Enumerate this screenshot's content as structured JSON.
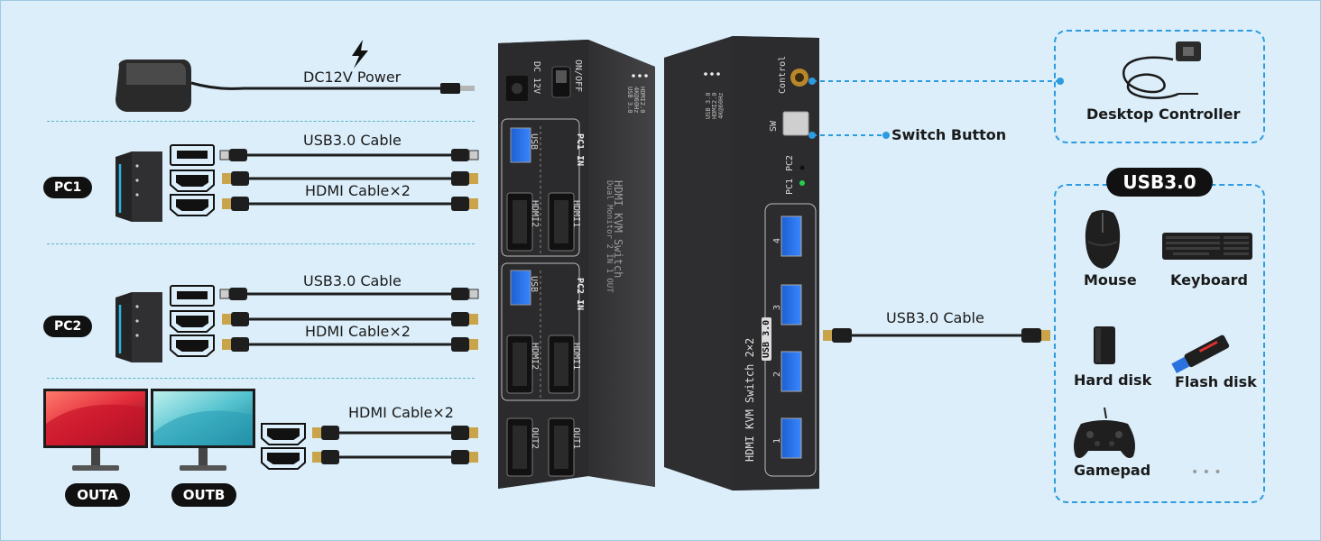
{
  "power": {
    "label": "DC12V Power"
  },
  "pc1": {
    "badge": "PC1",
    "usb_cable": "USB3.0 Cable",
    "hdmi_cable": "HDMI Cable×2"
  },
  "pc2": {
    "badge": "PC2",
    "usb_cable": "USB3.0 Cable",
    "hdmi_cable": "HDMI Cable×2"
  },
  "outputs": {
    "hdmi_cable": "HDMI Cable×2",
    "monitor_a": "OUTA",
    "monitor_b": "OUTB"
  },
  "front_panel": {
    "dc": "DC 12V",
    "onoff": "ON/OFF",
    "pc1_in": "PC1 IN",
    "pc2_in": "PC2 IN",
    "usb": "USB",
    "hdmi1": "HDMI1",
    "hdmi2": "HDMI2",
    "out1": "OUT1",
    "out2": "OUT2",
    "brand_line1": "HDMI KVM Switch",
    "brand_line2": "Dual Monitor 2 IN 1 OUT",
    "spec1": "HDMI2.0",
    "spec2": "4K@60Hz",
    "spec3": "USB 3.0"
  },
  "back_panel": {
    "control": "Control",
    "sw": "SW",
    "pc1": "PC1",
    "pc2": "PC2",
    "usb30": "USB 3.0",
    "title": "HDMI KVM Switch 2×2",
    "port1": "1",
    "port2": "2",
    "port3": "3",
    "port4": "4",
    "spec1": "HDMI2.0",
    "spec2": "4K@60Hz",
    "spec3": "USB 3.0"
  },
  "switch_button": {
    "label": "Switch Button"
  },
  "desktop_controller": {
    "label": "Desktop Controller"
  },
  "usb_cable_right": {
    "label": "USB3.0 Cable"
  },
  "usb_devices": {
    "header": "USB3.0",
    "items": [
      "Mouse",
      "Keyboard",
      "Hard disk",
      "Flash disk",
      "Gamepad"
    ],
    "more": "• • •"
  },
  "colors": {
    "background": "#dbeefa",
    "accent": "#2c9be0",
    "device": "#3b3b3d",
    "badge": "#111111"
  }
}
